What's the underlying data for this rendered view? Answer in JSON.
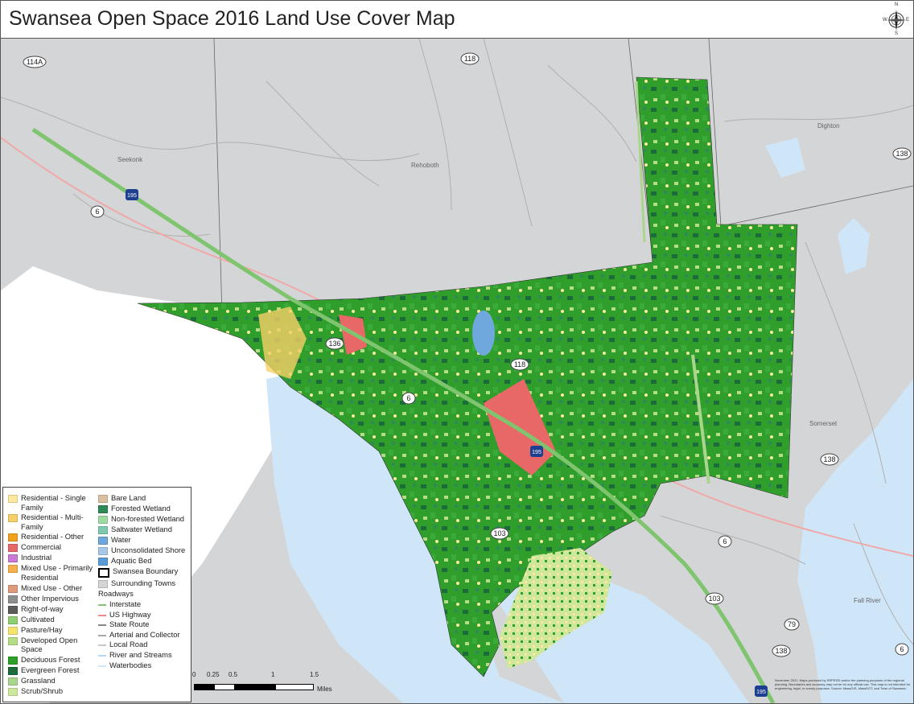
{
  "header": {
    "title": "Swansea Open Space 2016 Land Use Cover Map",
    "compass": {
      "n": "N",
      "s": "S",
      "e": "E",
      "w": "W"
    }
  },
  "map": {
    "town_labels": [
      "Seekonk",
      "Rehoboth",
      "Dighton",
      "Somerset",
      "Fall River"
    ],
    "route_shields": [
      "114A",
      "118",
      "138",
      "6",
      "195",
      "136",
      "118",
      "6",
      "195",
      "138",
      "103",
      "6",
      "103",
      "79",
      "138",
      "6",
      "195"
    ]
  },
  "legend": {
    "column1": [
      {
        "label": "Residential - Single Family",
        "color": "#fbe9a0"
      },
      {
        "label": "Residential - Multi-Family",
        "color": "#f6cf68"
      },
      {
        "label": "Residential - Other",
        "color": "#f0a21e"
      },
      {
        "label": "Commercial",
        "color": "#e86868"
      },
      {
        "label": "Industrial",
        "color": "#c77bd2"
      },
      {
        "label": "Mixed Use - Primarily Residential",
        "color": "#f5b04a"
      },
      {
        "label": "Mixed Use - Other",
        "color": "#e09a7a"
      },
      {
        "label": "Other Impervious",
        "color": "#8e8e8e"
      },
      {
        "label": "Right-of-way",
        "color": "#5c5c5c"
      },
      {
        "label": "Cultivated",
        "color": "#8fcf74"
      },
      {
        "label": "Pasture/Hay",
        "color": "#f5e46e"
      },
      {
        "label": "Developed Open Space",
        "color": "#b5dc86"
      },
      {
        "label": "Deciduous Forest",
        "color": "#2f9e2a"
      },
      {
        "label": "Evergreen Forest",
        "color": "#1c6b3a"
      },
      {
        "label": "Grassland",
        "color": "#a9d68c"
      },
      {
        "label": "Scrub/Shrub",
        "color": "#cce89a"
      }
    ],
    "column2": [
      {
        "label": "Bare Land",
        "color": "#d8c0a0"
      },
      {
        "label": "Forested Wetland",
        "color": "#2e8b57"
      },
      {
        "label": "Non-forested Wetland",
        "color": "#9edba0"
      },
      {
        "label": "Saltwater Wetland",
        "color": "#7fc9b0"
      },
      {
        "label": "Water",
        "color": "#6fa8dc"
      },
      {
        "label": "Unconsolidated Shore",
        "color": "#a8c8e8"
      },
      {
        "label": "Aquatic Bed",
        "color": "#5b9bd5"
      },
      {
        "label": "Swansea Boundary",
        "color": "#ffffff",
        "outline": true
      },
      {
        "label": "Surrounding Towns",
        "color": "#d4d5d6"
      }
    ],
    "roadways_title": "Roadways",
    "roadways": [
      {
        "label": "Interstate",
        "color": "#7fc46e"
      },
      {
        "label": "US Highway",
        "color": "#f08a8a"
      },
      {
        "label": "State Route",
        "color": "#888888"
      },
      {
        "label": "Arterial and Collector",
        "color": "#a8a8a8"
      },
      {
        "label": "Local Road",
        "color": "#c8c8c8"
      },
      {
        "label": "River and Streams",
        "color": "#b8d8f0"
      },
      {
        "label": "Waterbodies",
        "color": "#cfe6f8"
      }
    ]
  },
  "scale_bar": {
    "ticks": [
      "0",
      "0.25",
      "0.5",
      "1",
      "1.5"
    ],
    "unit": "Miles"
  },
  "note": "November 2021. Maps produced by SRPEDD and/or the planning purposes of the regional planning. Boundaries and accuracy may not be for any official use. This map is not intended for engineering, legal, or survey purposes. Source: MassGIS, MassDOT, and Town of Swansea."
}
